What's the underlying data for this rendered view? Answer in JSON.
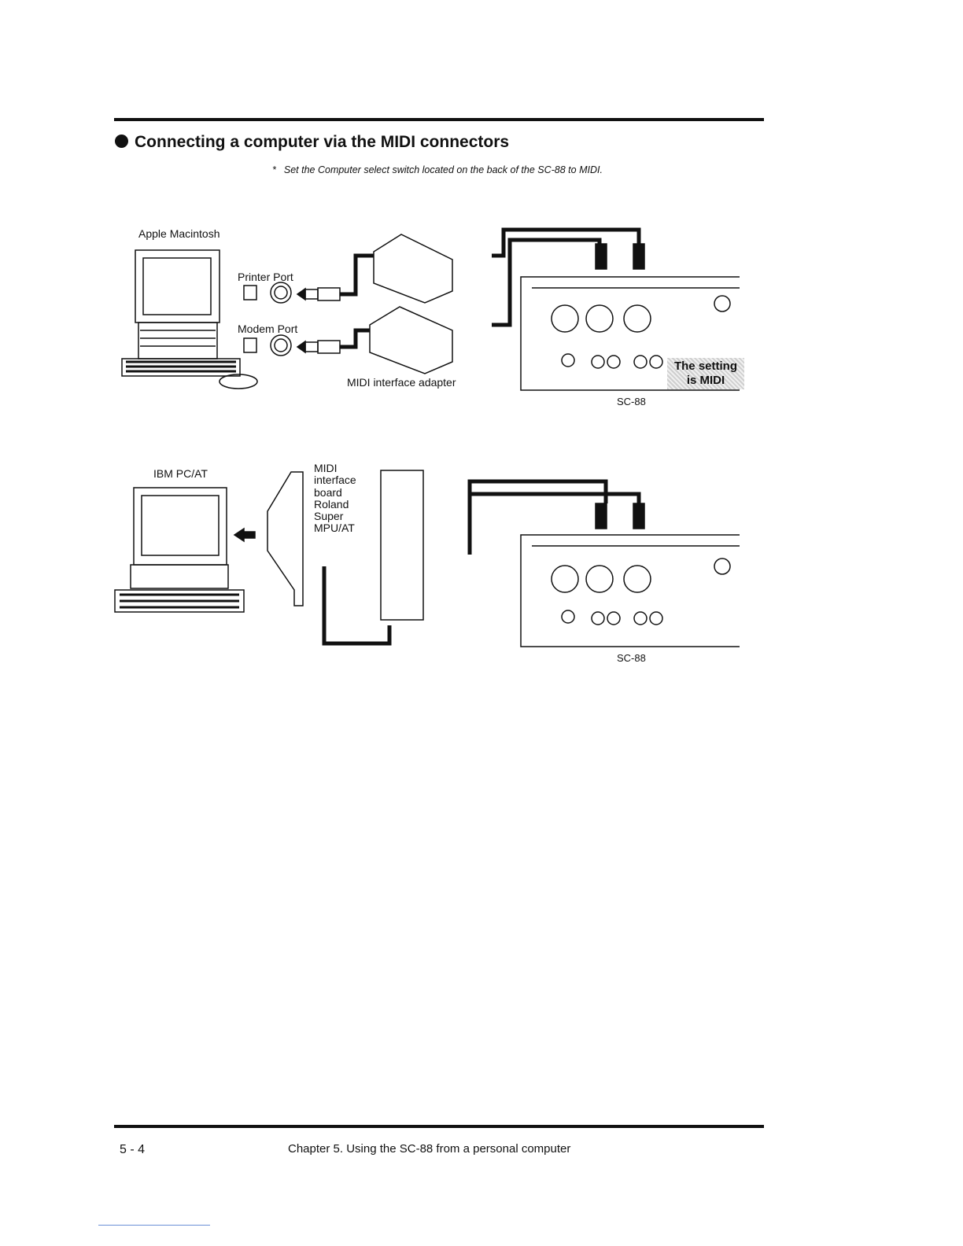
{
  "heading": "Connecting a computer via the MIDI connectors",
  "note": {
    "star": "*",
    "text": "Set the Computer select switch located on the back of the SC-88 to MIDI."
  },
  "diagram_top": {
    "computer": "Apple Macintosh",
    "printer_port": "Printer Port",
    "modem_port": "Modem Port",
    "adapter": "MIDI interface adapter",
    "device": "SC-88",
    "setting": [
      "The setting",
      "is MIDI"
    ]
  },
  "diagram_bottom": {
    "computer": "IBM PC/AT",
    "board_lines": [
      "MIDI",
      "interface",
      "board",
      "Roland",
      "Super",
      "MPU/AT"
    ],
    "device": "SC-88"
  },
  "footer": {
    "page": "5 - 4",
    "chapter": "Chapter 5. Using the SC-88 from a personal computer"
  }
}
